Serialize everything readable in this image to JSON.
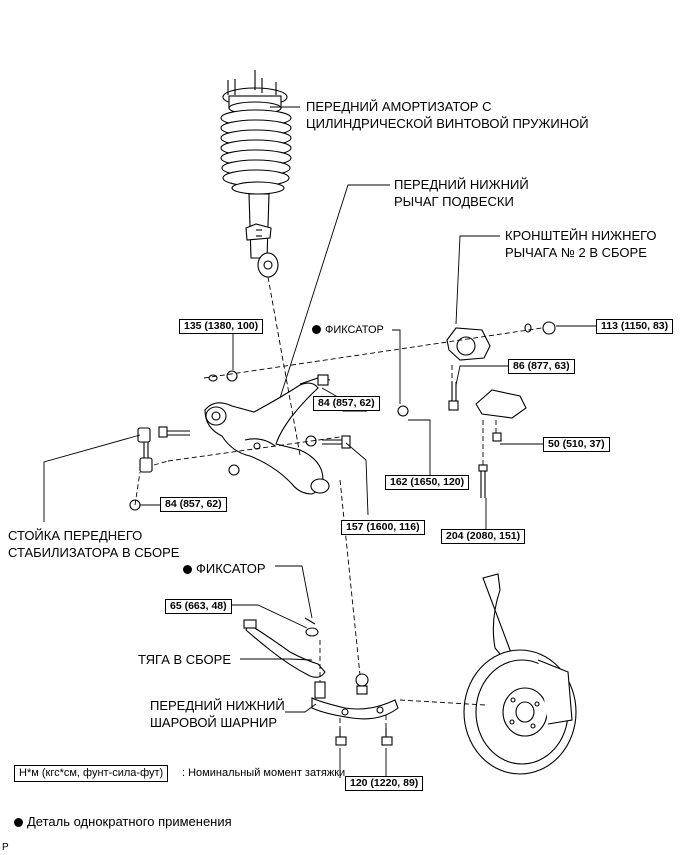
{
  "labels": {
    "front_shock_line1": "ПЕРЕДНИЙ АМОРТИЗАТОР С",
    "front_shock_line2": "ЦИЛИНДРИЧЕСКОЙ ВИНТОВОЙ ПРУЖИНОЙ",
    "lower_arm_line1": "ПЕРЕДНИЙ НИЖНИЙ",
    "lower_arm_line2": "РЫЧАГ ПОДВЕСКИ",
    "bracket_line1": "КРОНШТЕЙН НИЖНЕГО",
    "bracket_line2": "РЫЧАГА № 2 В СБОРЕ",
    "stabilizer_line1": "СТОЙКА ПЕРЕДНЕГО",
    "stabilizer_line2": "СТАБИЛИЗАТОРА В СБОРЕ",
    "tie_rod": "ТЯГА В СБОРЕ",
    "ball_joint_line1": "ПЕРЕДНИЙ НИЖНИЙ",
    "ball_joint_line2": "ШАРОВОЙ ШАРНИР",
    "retainer_small": "ФИКСАТОР",
    "retainer_large": "ФИКСАТОР"
  },
  "torques": {
    "t135": "135 (1380, 100)",
    "t113": "113 (1150, 83)",
    "t86": "86 (877, 63)",
    "t84a": "84 (857, 62)",
    "t50": "50 (510, 37)",
    "t162": "162 (1650, 120)",
    "t84b": "84 (857, 62)",
    "t157": "157 (1600, 116)",
    "t204": "204 (2080, 151)",
    "t65": "65 (663, 48)",
    "t120": "120 (1220, 89)"
  },
  "legend": {
    "unit_box": "Н*м (кгс*см, фунт-сила-фут)",
    "unit_desc": ": Номинальный момент затяжки",
    "single_use": "Деталь однократного применения"
  },
  "corner_mark": "P",
  "icons": {
    "single_use_marker": "filled-circle-icon"
  }
}
